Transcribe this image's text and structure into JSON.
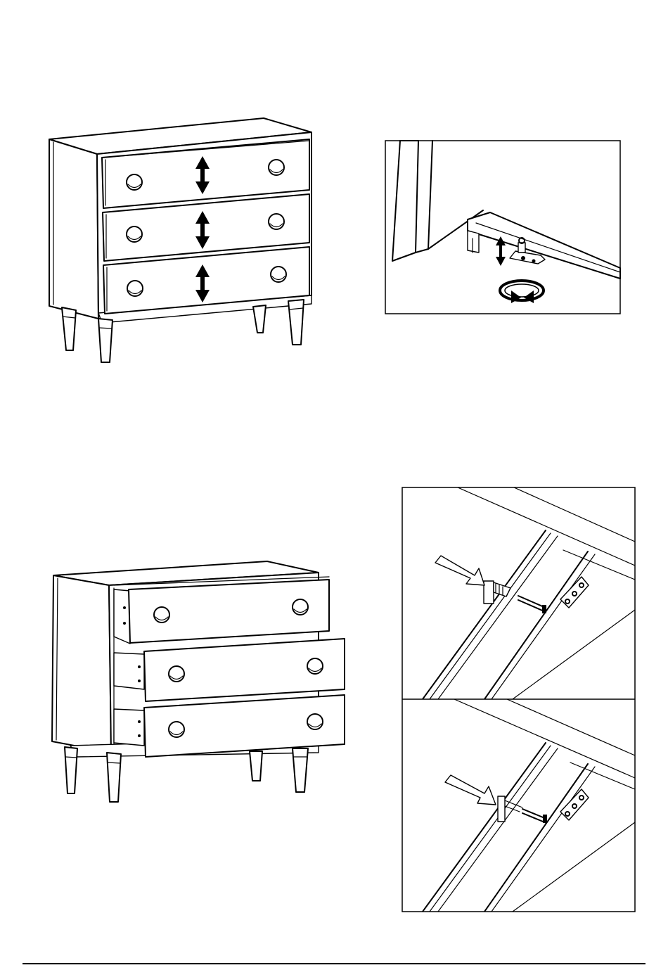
{
  "figures": [
    {
      "id": "dresser-drawers-adjust",
      "icon": "dresser-icon"
    },
    {
      "id": "hinge-height-adjust-detail",
      "icon": "adjustment-screw-icon"
    },
    {
      "id": "dresser-drawers-open",
      "icon": "dresser-open-drawers-icon"
    },
    {
      "id": "drawer-slide-release-lever",
      "icon": "slide-lever-icon"
    }
  ],
  "colors": {
    "line": "#000000",
    "fill": "#ffffff"
  }
}
